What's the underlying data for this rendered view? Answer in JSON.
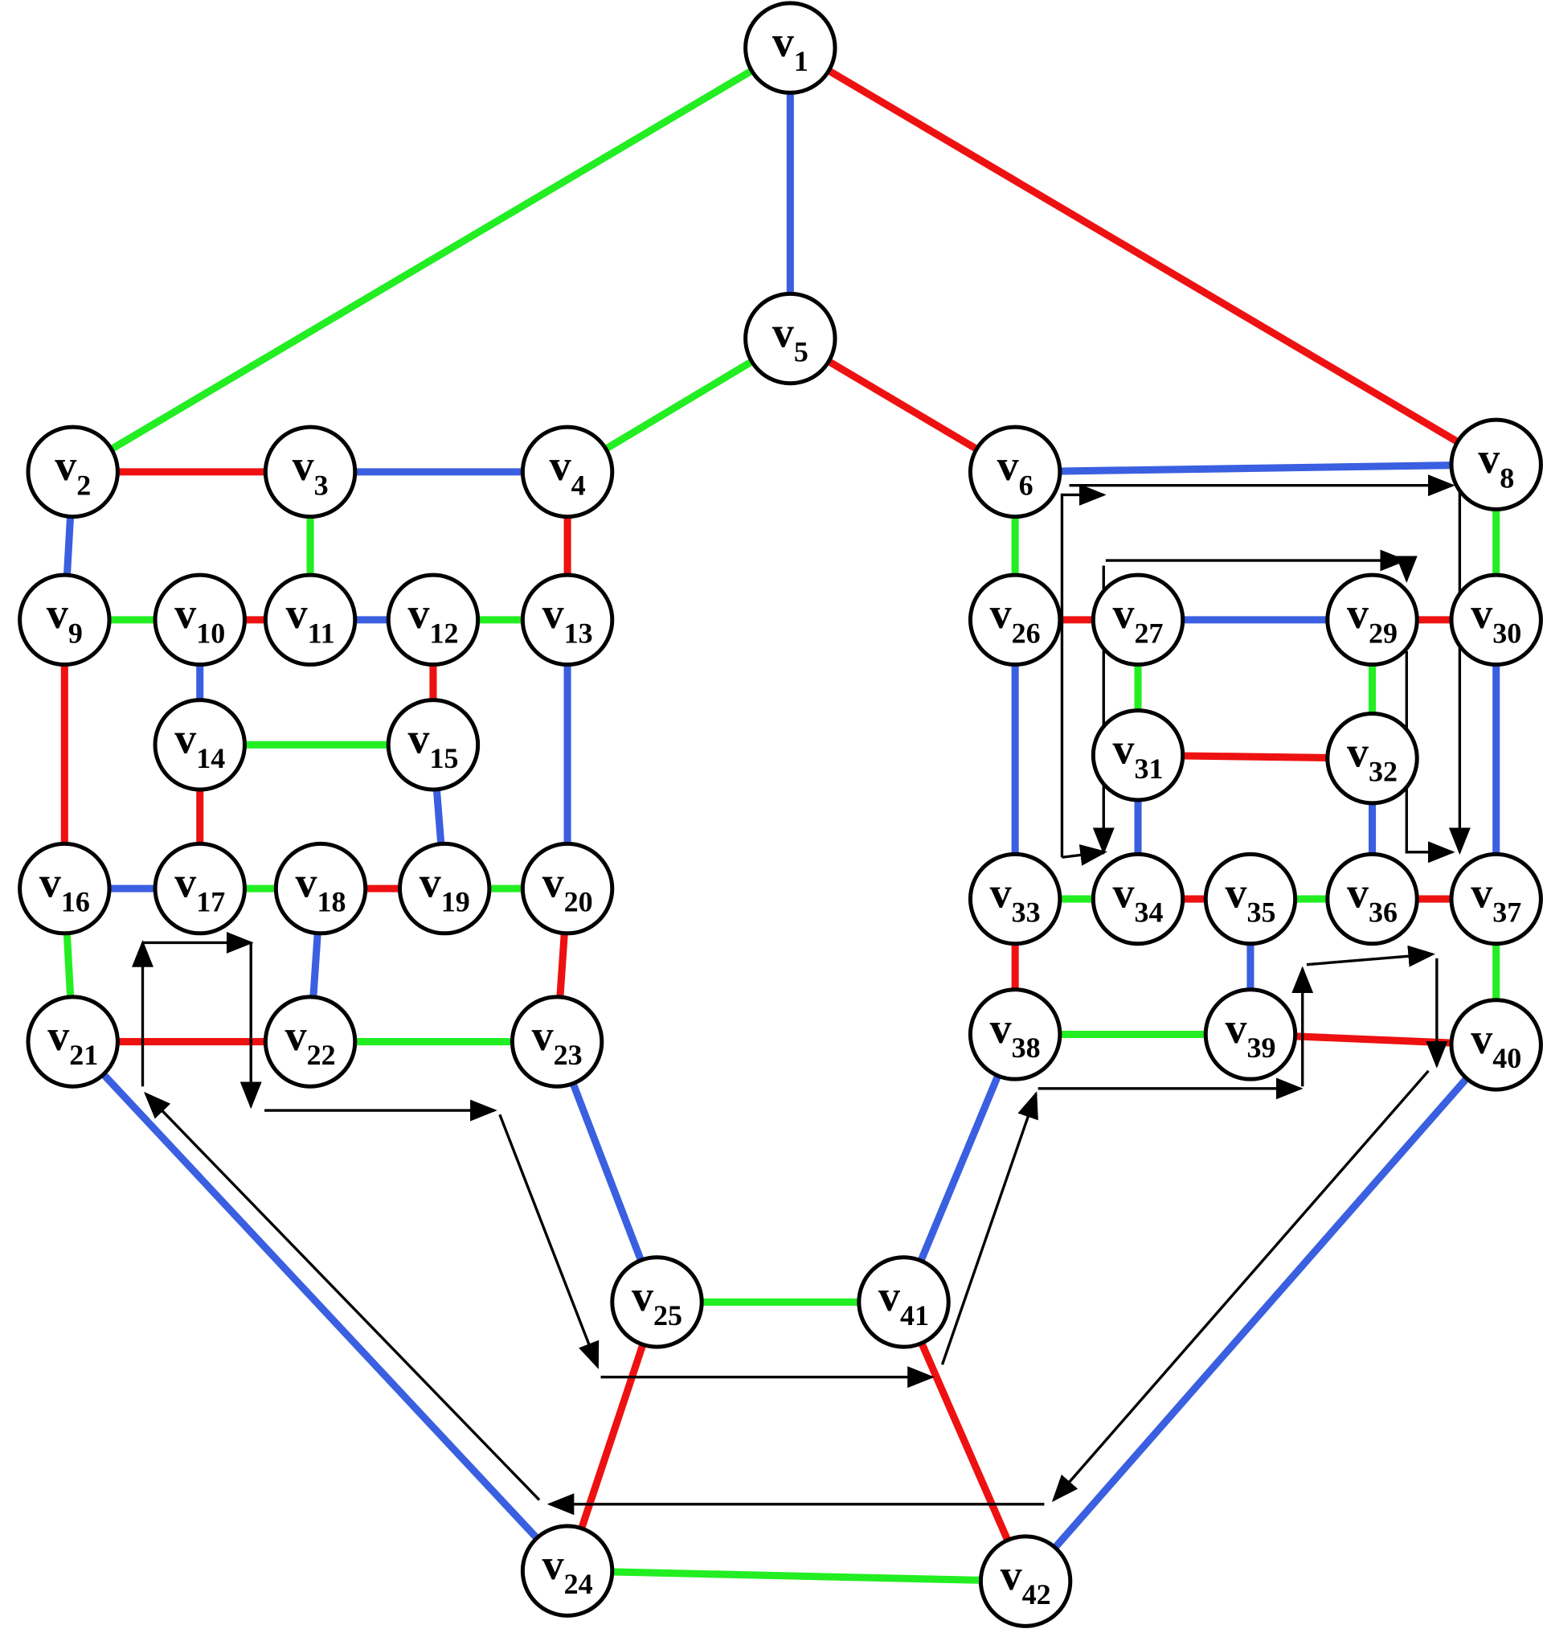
{
  "colors": {
    "green": "#22ee22",
    "red": "#ee1111",
    "blue": "#3a5fe0",
    "arrow": "#000000",
    "node_fill": "#ffffff",
    "node_stroke": "#000000"
  },
  "vertices": [
    {
      "id": 1,
      "prefix": "v",
      "sub": "1"
    },
    {
      "id": 2,
      "prefix": "v",
      "sub": "2"
    },
    {
      "id": 3,
      "prefix": "v",
      "sub": "3"
    },
    {
      "id": 4,
      "prefix": "v",
      "sub": "4"
    },
    {
      "id": 5,
      "prefix": "v",
      "sub": "5"
    },
    {
      "id": 6,
      "prefix": "v",
      "sub": "6"
    },
    {
      "id": 8,
      "prefix": "v",
      "sub": "8"
    },
    {
      "id": 9,
      "prefix": "v",
      "sub": "9"
    },
    {
      "id": 10,
      "prefix": "v",
      "sub": "10"
    },
    {
      "id": 11,
      "prefix": "v",
      "sub": "11"
    },
    {
      "id": 12,
      "prefix": "v",
      "sub": "12"
    },
    {
      "id": 13,
      "prefix": "v",
      "sub": "13"
    },
    {
      "id": 14,
      "prefix": "v",
      "sub": "14"
    },
    {
      "id": 15,
      "prefix": "v",
      "sub": "15"
    },
    {
      "id": 16,
      "prefix": "v",
      "sub": "16"
    },
    {
      "id": 17,
      "prefix": "v",
      "sub": "17"
    },
    {
      "id": 18,
      "prefix": "v",
      "sub": "18"
    },
    {
      "id": 19,
      "prefix": "v",
      "sub": "19"
    },
    {
      "id": 20,
      "prefix": "v",
      "sub": "20"
    },
    {
      "id": 21,
      "prefix": "v",
      "sub": "21"
    },
    {
      "id": 22,
      "prefix": "v",
      "sub": "22"
    },
    {
      "id": 23,
      "prefix": "v",
      "sub": "23"
    },
    {
      "id": 24,
      "prefix": "v",
      "sub": "24"
    },
    {
      "id": 25,
      "prefix": "v",
      "sub": "25"
    },
    {
      "id": 26,
      "prefix": "v",
      "sub": "26"
    },
    {
      "id": 27,
      "prefix": "v",
      "sub": "27"
    },
    {
      "id": 29,
      "prefix": "v",
      "sub": "29"
    },
    {
      "id": 30,
      "prefix": "v",
      "sub": "30"
    },
    {
      "id": 31,
      "prefix": "v",
      "sub": "31"
    },
    {
      "id": 32,
      "prefix": "v",
      "sub": "32"
    },
    {
      "id": 33,
      "prefix": "v",
      "sub": "33"
    },
    {
      "id": 34,
      "prefix": "v",
      "sub": "34"
    },
    {
      "id": 35,
      "prefix": "v",
      "sub": "35"
    },
    {
      "id": 36,
      "prefix": "v",
      "sub": "36"
    },
    {
      "id": 37,
      "prefix": "v",
      "sub": "37"
    },
    {
      "id": 38,
      "prefix": "v",
      "sub": "38"
    },
    {
      "id": 39,
      "prefix": "v",
      "sub": "39"
    },
    {
      "id": 40,
      "prefix": "v",
      "sub": "40"
    },
    {
      "id": 41,
      "prefix": "v",
      "sub": "41"
    },
    {
      "id": 42,
      "prefix": "v",
      "sub": "42"
    }
  ],
  "edges": [
    {
      "from": 1,
      "to": 2,
      "color": "green"
    },
    {
      "from": 1,
      "to": 5,
      "color": "blue"
    },
    {
      "from": 1,
      "to": 8,
      "color": "red"
    },
    {
      "from": 5,
      "to": 4,
      "color": "green"
    },
    {
      "from": 5,
      "to": 6,
      "color": "red"
    },
    {
      "from": 2,
      "to": 3,
      "color": "red"
    },
    {
      "from": 3,
      "to": 4,
      "color": "blue"
    },
    {
      "from": 2,
      "to": 9,
      "color": "blue"
    },
    {
      "from": 3,
      "to": 11,
      "color": "green"
    },
    {
      "from": 4,
      "to": 13,
      "color": "red"
    },
    {
      "from": 9,
      "to": 10,
      "color": "green"
    },
    {
      "from": 10,
      "to": 11,
      "color": "red"
    },
    {
      "from": 11,
      "to": 12,
      "color": "blue"
    },
    {
      "from": 12,
      "to": 13,
      "color": "green"
    },
    {
      "from": 10,
      "to": 14,
      "color": "blue"
    },
    {
      "from": 12,
      "to": 15,
      "color": "red"
    },
    {
      "from": 14,
      "to": 15,
      "color": "green"
    },
    {
      "from": 14,
      "to": 17,
      "color": "red"
    },
    {
      "from": 15,
      "to": 19,
      "color": "blue"
    },
    {
      "from": 9,
      "to": 16,
      "color": "red"
    },
    {
      "from": 13,
      "to": 20,
      "color": "blue"
    },
    {
      "from": 16,
      "to": 17,
      "color": "blue"
    },
    {
      "from": 17,
      "to": 18,
      "color": "green"
    },
    {
      "from": 18,
      "to": 19,
      "color": "red"
    },
    {
      "from": 19,
      "to": 20,
      "color": "green"
    },
    {
      "from": 16,
      "to": 21,
      "color": "green"
    },
    {
      "from": 18,
      "to": 22,
      "color": "blue"
    },
    {
      "from": 20,
      "to": 23,
      "color": "red"
    },
    {
      "from": 21,
      "to": 22,
      "color": "red"
    },
    {
      "from": 22,
      "to": 23,
      "color": "green"
    },
    {
      "from": 21,
      "to": 24,
      "color": "blue"
    },
    {
      "from": 23,
      "to": 25,
      "color": "blue"
    },
    {
      "from": 25,
      "to": 41,
      "color": "green"
    },
    {
      "from": 25,
      "to": 24,
      "color": "red"
    },
    {
      "from": 41,
      "to": 42,
      "color": "red"
    },
    {
      "from": 24,
      "to": 42,
      "color": "green"
    },
    {
      "from": 6,
      "to": 8,
      "color": "blue"
    },
    {
      "from": 6,
      "to": 26,
      "color": "green"
    },
    {
      "from": 8,
      "to": 30,
      "color": "green"
    },
    {
      "from": 26,
      "to": 27,
      "color": "red"
    },
    {
      "from": 27,
      "to": 29,
      "color": "blue"
    },
    {
      "from": 29,
      "to": 30,
      "color": "red"
    },
    {
      "from": 27,
      "to": 31,
      "color": "green"
    },
    {
      "from": 29,
      "to": 32,
      "color": "green"
    },
    {
      "from": 31,
      "to": 32,
      "color": "red"
    },
    {
      "from": 31,
      "to": 34,
      "color": "blue"
    },
    {
      "from": 32,
      "to": 36,
      "color": "blue"
    },
    {
      "from": 26,
      "to": 33,
      "color": "blue"
    },
    {
      "from": 30,
      "to": 37,
      "color": "blue"
    },
    {
      "from": 33,
      "to": 34,
      "color": "green"
    },
    {
      "from": 34,
      "to": 35,
      "color": "red"
    },
    {
      "from": 35,
      "to": 36,
      "color": "green"
    },
    {
      "from": 36,
      "to": 37,
      "color": "red"
    },
    {
      "from": 33,
      "to": 38,
      "color": "red"
    },
    {
      "from": 35,
      "to": 39,
      "color": "blue"
    },
    {
      "from": 37,
      "to": 40,
      "color": "green"
    },
    {
      "from": 38,
      "to": 39,
      "color": "green"
    },
    {
      "from": 39,
      "to": 40,
      "color": "red"
    },
    {
      "from": 38,
      "to": 41,
      "color": "blue"
    },
    {
      "from": 40,
      "to": 42,
      "color": "blue"
    }
  ]
}
